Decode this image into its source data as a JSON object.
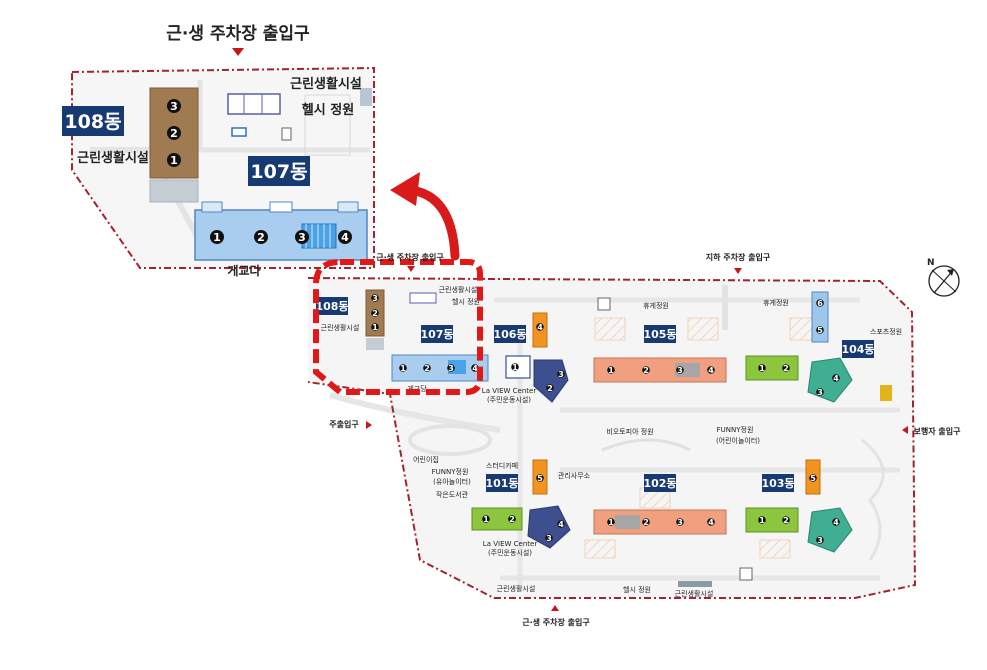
{
  "inset": {
    "top_entrance": "근·생 주차장 출입구",
    "b108": "108동",
    "b107": "107동",
    "retail_left": "근린생활시설",
    "retail_right": "근린생활시설",
    "garden": "헬시 정원",
    "bottom_label": "게교다",
    "b108_units": [
      "3",
      "2",
      "1"
    ],
    "b107_units": [
      "1",
      "2",
      "3",
      "4"
    ]
  },
  "site": {
    "top_entrance": "근·생 주차장 출입구",
    "underground_entrance": "지하 주차장 출입구",
    "main_entrance": "주출입구",
    "pedestrian_entrance": "보행자 출입구",
    "bottom_entrance": "근·생 주차장 출입구",
    "buildings": {
      "b101": "101동",
      "b102": "102동",
      "b103": "103동",
      "b104": "104동",
      "b105": "105동",
      "b106": "106동",
      "b107": "107동",
      "b108": "108동"
    },
    "labels": {
      "retail_small": "근린생활시설",
      "retail_top": "근린생활시설",
      "healthy_garden_top": "헬시 정원",
      "rest_garden_1": "휴게정원",
      "rest_garden_2": "휴게정원",
      "sports_garden": "스포츠정원",
      "lobby": "게교당",
      "laview_top_1": "La VIEW Center",
      "laview_top_2": "(주민운동시설)",
      "biotope": "비오토피아 정원",
      "funny_right_1": "FUNNY정원",
      "funny_right_2": "(어린이놀이터)",
      "daycare": "어린이집",
      "funny_left_1": "FUNNY정원",
      "funny_left_2": "(유아놀이터)",
      "library": "작은도서관",
      "study": "스터디카페",
      "management": "관리사무소",
      "laview_bottom_1": "La VIEW Center",
      "laview_bottom_2": "(주민운동시설)",
      "retail_bottom_left": "근린생활시설",
      "healthy_garden_bottom": "헬시 정원",
      "retail_bottom_right": "근린생활시설"
    },
    "units": {
      "b105": [
        "1",
        "2",
        "3",
        "4"
      ],
      "b102": [
        "1",
        "2",
        "3",
        "4"
      ],
      "b101_green": [
        "1",
        "2"
      ],
      "b101_blue": [
        "3",
        "4"
      ],
      "b101_orange": "5",
      "b103_green": [
        "1",
        "2"
      ],
      "b103_teal": [
        "3",
        "4"
      ],
      "b103_orange": "5",
      "b104_green": [
        "1",
        "2"
      ],
      "b104_teal": [
        "3",
        "4"
      ],
      "b104_blue": [
        "5",
        "6"
      ],
      "b106_blue": [
        "1",
        "2",
        "3"
      ],
      "b106_orange": "4",
      "b107": [
        "1",
        "2",
        "3",
        "4"
      ],
      "b108": [
        "3",
        "2",
        "1"
      ]
    },
    "compass_letter": "N"
  },
  "colors": {
    "building_label": "#173a72",
    "salmon": "#f1a07f",
    "green": "#8cc63e",
    "orange": "#f39321",
    "navy": "#3d4f8f",
    "teal": "#3fae93",
    "lightblue": "#9cc7ea",
    "brown": "#a07b52",
    "boundary": "#a32231",
    "highlight": "#e01818",
    "yellow": "#e3b318"
  }
}
